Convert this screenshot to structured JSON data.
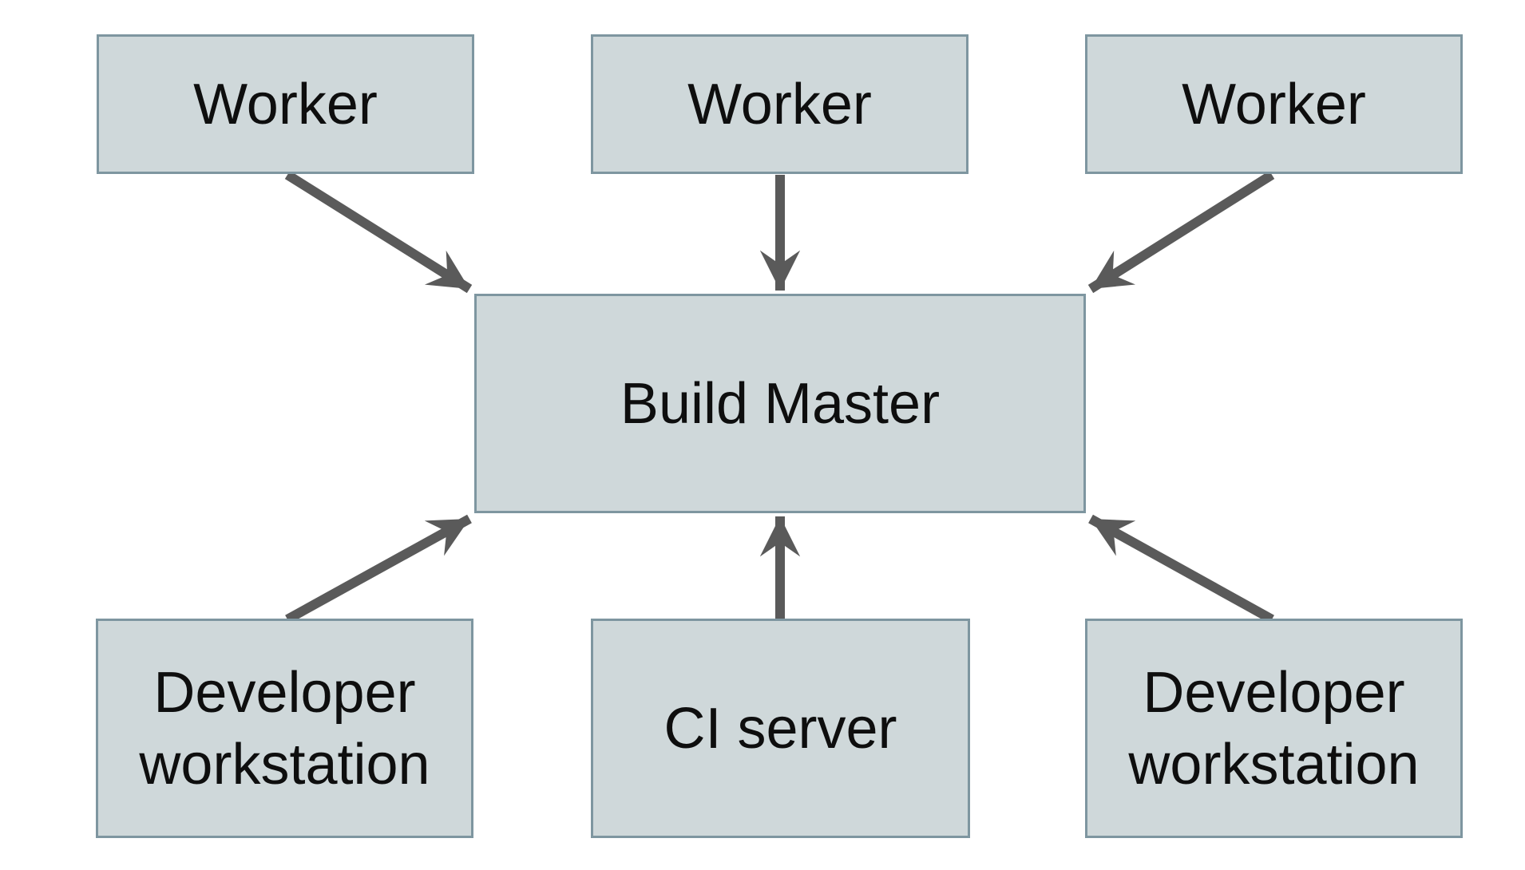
{
  "diagram": {
    "type": "architecture-diagram",
    "nodes": {
      "worker_1": {
        "label": "Worker"
      },
      "worker_2": {
        "label": "Worker"
      },
      "worker_3": {
        "label": "Worker"
      },
      "build_master": {
        "label": "Build Master"
      },
      "dev_left": {
        "label": "Developer workstation"
      },
      "ci_server": {
        "label": "CI server"
      },
      "dev_right": {
        "label": "Developer workstation"
      }
    },
    "edges": [
      {
        "from": "worker_1",
        "to": "build_master",
        "direction": "down-right"
      },
      {
        "from": "worker_2",
        "to": "build_master",
        "direction": "down"
      },
      {
        "from": "worker_3",
        "to": "build_master",
        "direction": "down-left"
      },
      {
        "from": "dev_left",
        "to": "build_master",
        "direction": "up-right"
      },
      {
        "from": "ci_server",
        "to": "build_master",
        "direction": "up"
      },
      {
        "from": "dev_right",
        "to": "build_master",
        "direction": "up-left"
      }
    ],
    "colors": {
      "background": "#ffffff",
      "node_fill": "#cfd8da",
      "node_border": "#7e96a0",
      "arrow": "#5a5a5a",
      "text": "#0e0e0e"
    }
  }
}
